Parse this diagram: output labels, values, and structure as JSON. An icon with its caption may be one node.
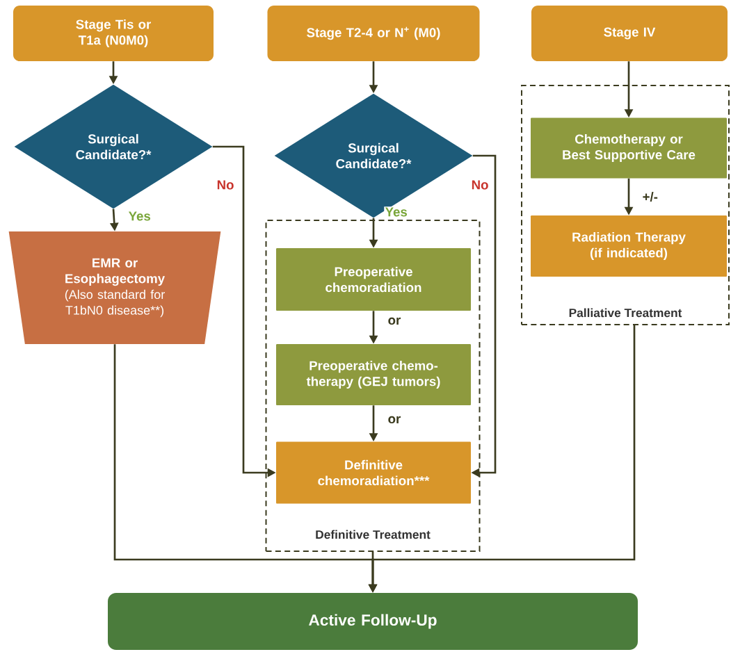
{
  "diagram": {
    "nodes": [
      {
        "text": [
          "Stage Tis or T1a (N0M0)"
        ]
      },
      {
        "text": [
          "Stage T2-4 or N$^{+}$ (M0)"
        ]
      },
      {
        "text": [
          "Stage IV"
        ]
      },
      {
        "text": [
          "Surgical Candidate?*"
        ]
      },
      {
        "text": [
          "EMR or Esophagectomy",
          "(Also standard for T1bN0 disease**)"
        ]
      },
      {
        "text": [
          "Surgical Candidate?*"
        ]
      },
      {
        "text": [
          "Definitive Treatment"
        ]
      },
      {
        "text": [
          "Preoperative chemoradiation"
        ],
        "in": 6
      },
      {
        "text": [
          "Preoperative chemo-therapy (GEJ tumors)"
        ],
        "in": 6
      },
      {
        "text": [
          "Definitive chemoradiation***"
        ],
        "in": 6
      },
      {
        "text": [
          "Palliative Treatment"
        ]
      },
      {
        "text": [
          "Chemotherapy or Best Supportive Care"
        ],
        "in": 10
      },
      {
        "text": [
          "Radiation Therapy (if indicated)"
        ],
        "in": 10
      },
      {
        "text": [
          "Active Follow-Up"
        ]
      }
    ],
    "edges": [
      {
        "from": 0,
        "to": 3,
        "arrow": "to"
      },
      {
        "from": 3,
        "to": 4,
        "arrow": "to",
        "label": "Yes"
      },
      {
        "from": 3,
        "to": 9,
        "arrow": "to",
        "label": "No"
      },
      {
        "from": 1,
        "to": 5,
        "arrow": "to"
      },
      {
        "from": 5,
        "to": 7,
        "arrow": "to",
        "label": "Yes"
      },
      {
        "from": 5,
        "to": 9,
        "arrow": "to",
        "label": "No"
      },
      {
        "from": 7,
        "to": 8,
        "arrow": "to",
        "label": "or"
      },
      {
        "from": 8,
        "to": 9,
        "arrow": "to",
        "label": "or"
      },
      {
        "from": 2,
        "to": 11,
        "arrow": "to"
      },
      {
        "from": 11,
        "to": 12,
        "arrow": "to",
        "label": "+/-"
      },
      {
        "from": 4,
        "to": 13,
        "arrow": "to"
      },
      {
        "from": 6,
        "to": 13,
        "arrow": "to"
      },
      {
        "from": 10,
        "to": 13,
        "arrow": "to"
      }
    ]
  }
}
